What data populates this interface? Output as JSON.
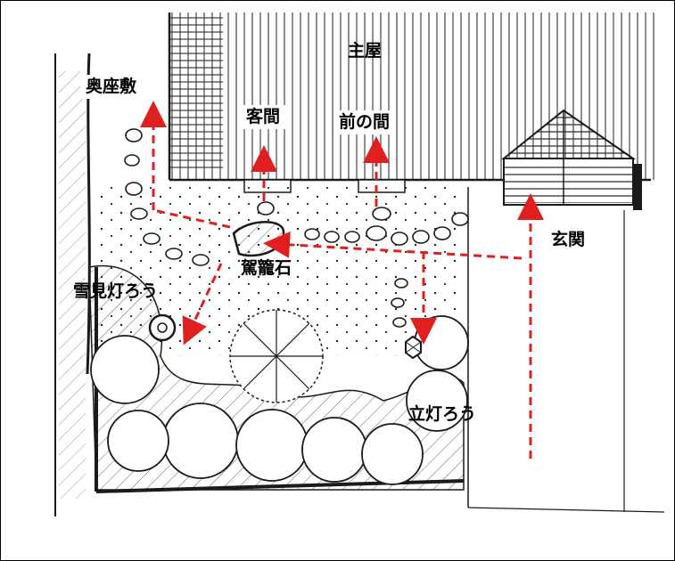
{
  "labels": {
    "main_house": "主屋",
    "inner_room": "奥座敷",
    "guest_room": "客間",
    "front_room": "前の間",
    "entrance": "玄関",
    "stepping_stone": "駕籠石",
    "snow_lantern": "雪見灯ろう",
    "standing_lantern": "立灯ろう"
  },
  "colors": {
    "arrow": "#e02020",
    "ink": "#1a1a1a",
    "hatch": "#555555"
  },
  "icons": [
    "snow-lantern-icon",
    "standing-lantern-icon"
  ]
}
